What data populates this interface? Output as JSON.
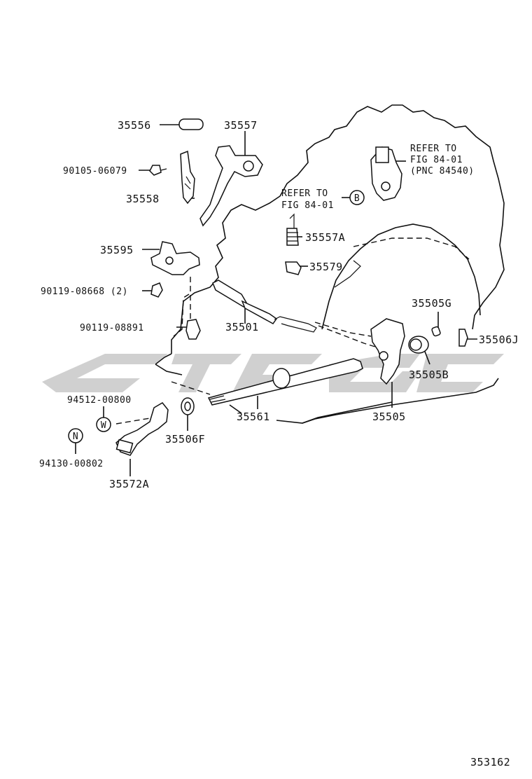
{
  "parts": {
    "p35556": "35556",
    "p35557": "35557",
    "p90105": "90105-06079",
    "p35558": "35558",
    "p35595": "35595",
    "p90119_08668": "90119-08668 (2)",
    "p90119_08891": "90119-08891",
    "p35501": "35501",
    "p35557A": "35557A",
    "p35579": "35579",
    "p35505G": "35505G",
    "p35506J": "35506J",
    "p35505B": "35505B",
    "p35505": "35505",
    "p35561": "35561",
    "p35506F": "35506F",
    "p94512": "94512-00800",
    "p94130": "94130-00802",
    "p35572A": "35572A"
  },
  "references": {
    "ref1_line1": "REFER TO",
    "ref1_line2": "FIG 84-01",
    "ref1_line3": "(PNC 84540)",
    "ref2_line1": "REFER TO",
    "ref2_line2": "FIG 84-01"
  },
  "markers": {
    "b": "B",
    "w": "W",
    "n": "N"
  },
  "footer": {
    "figure_number": "353162"
  },
  "colors": {
    "ink": "#111111",
    "watermark": "#c8c8c8",
    "background": "#ffffff"
  }
}
